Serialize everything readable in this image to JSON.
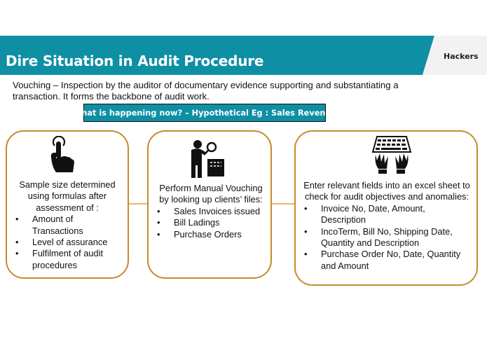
{
  "header": {
    "title": "Dire Situation in Audit Procedure",
    "org": "Hackers",
    "accent_color": "#0f8fa4"
  },
  "intro": "Vouching – Inspection by the auditor of documentary evidence supporting and substantiating a transaction. It forms the backbone of audit work.",
  "subtitle": "What is happening now? – Hypothetical Eg : Sales Revenue",
  "cards": [
    {
      "icon": "touch-hand-icon",
      "lead": "Sample size determined using formulas after assessment of :",
      "items": [
        "Amount of Transactions",
        "Level of assurance",
        "Fulfilment of audit procedures"
      ]
    },
    {
      "icon": "inspector-magnifier-icon",
      "lead": "Perform Manual Vouching by looking up clients’ files:",
      "items": [
        "Sales Invoices issued",
        "Bill Ladings",
        "Purchase Orders"
      ]
    },
    {
      "icon": "typing-keyboard-icon",
      "lead": "Enter relevant fields into an excel sheet to check for audit objectives and anomalies:",
      "items": [
        "Invoice No, Date, Amount, Description",
        "IncoTerm, Bill No, Shipping Date, Quantity and Description",
        "Purchase Order No, Date, Quantity and Amount"
      ]
    }
  ],
  "colors": {
    "card_border": "#c78a2b",
    "connector": "#e8b668"
  }
}
